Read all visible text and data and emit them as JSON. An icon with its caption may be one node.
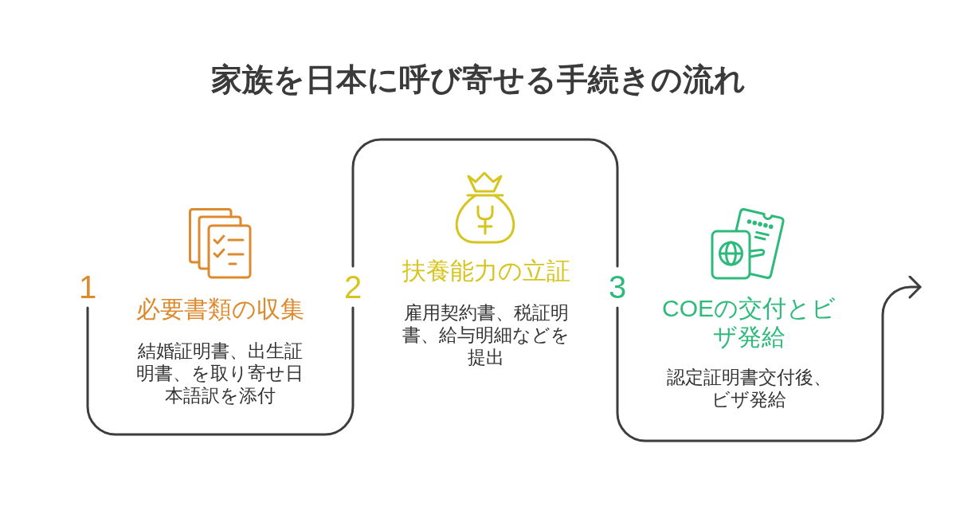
{
  "diagram": {
    "title": "家族を日本に呼び寄せる手続きの流れ",
    "nodes": [
      {
        "text": [
          "1"
        ]
      },
      {
        "text": [
          "必要書類の収集",
          "結婚証明書、出生証明書、を取り寄せ日本語訳を添付"
        ]
      },
      {
        "text": [
          "2"
        ]
      },
      {
        "text": [
          "扶養能力の立証",
          "雇用契約書、税証明書、給与明細などを提出"
        ]
      },
      {
        "text": [
          "3"
        ]
      },
      {
        "text": [
          "COEの交付とビザ発給",
          "認定証明書交付後、ビザ発給"
        ]
      }
    ],
    "edges": [
      {
        "from": 0,
        "to": 2,
        "arrow": "none"
      },
      {
        "from": 2,
        "to": 4,
        "arrow": "none"
      },
      {
        "from": 4,
        "to": null,
        "arrow": "to"
      }
    ]
  }
}
